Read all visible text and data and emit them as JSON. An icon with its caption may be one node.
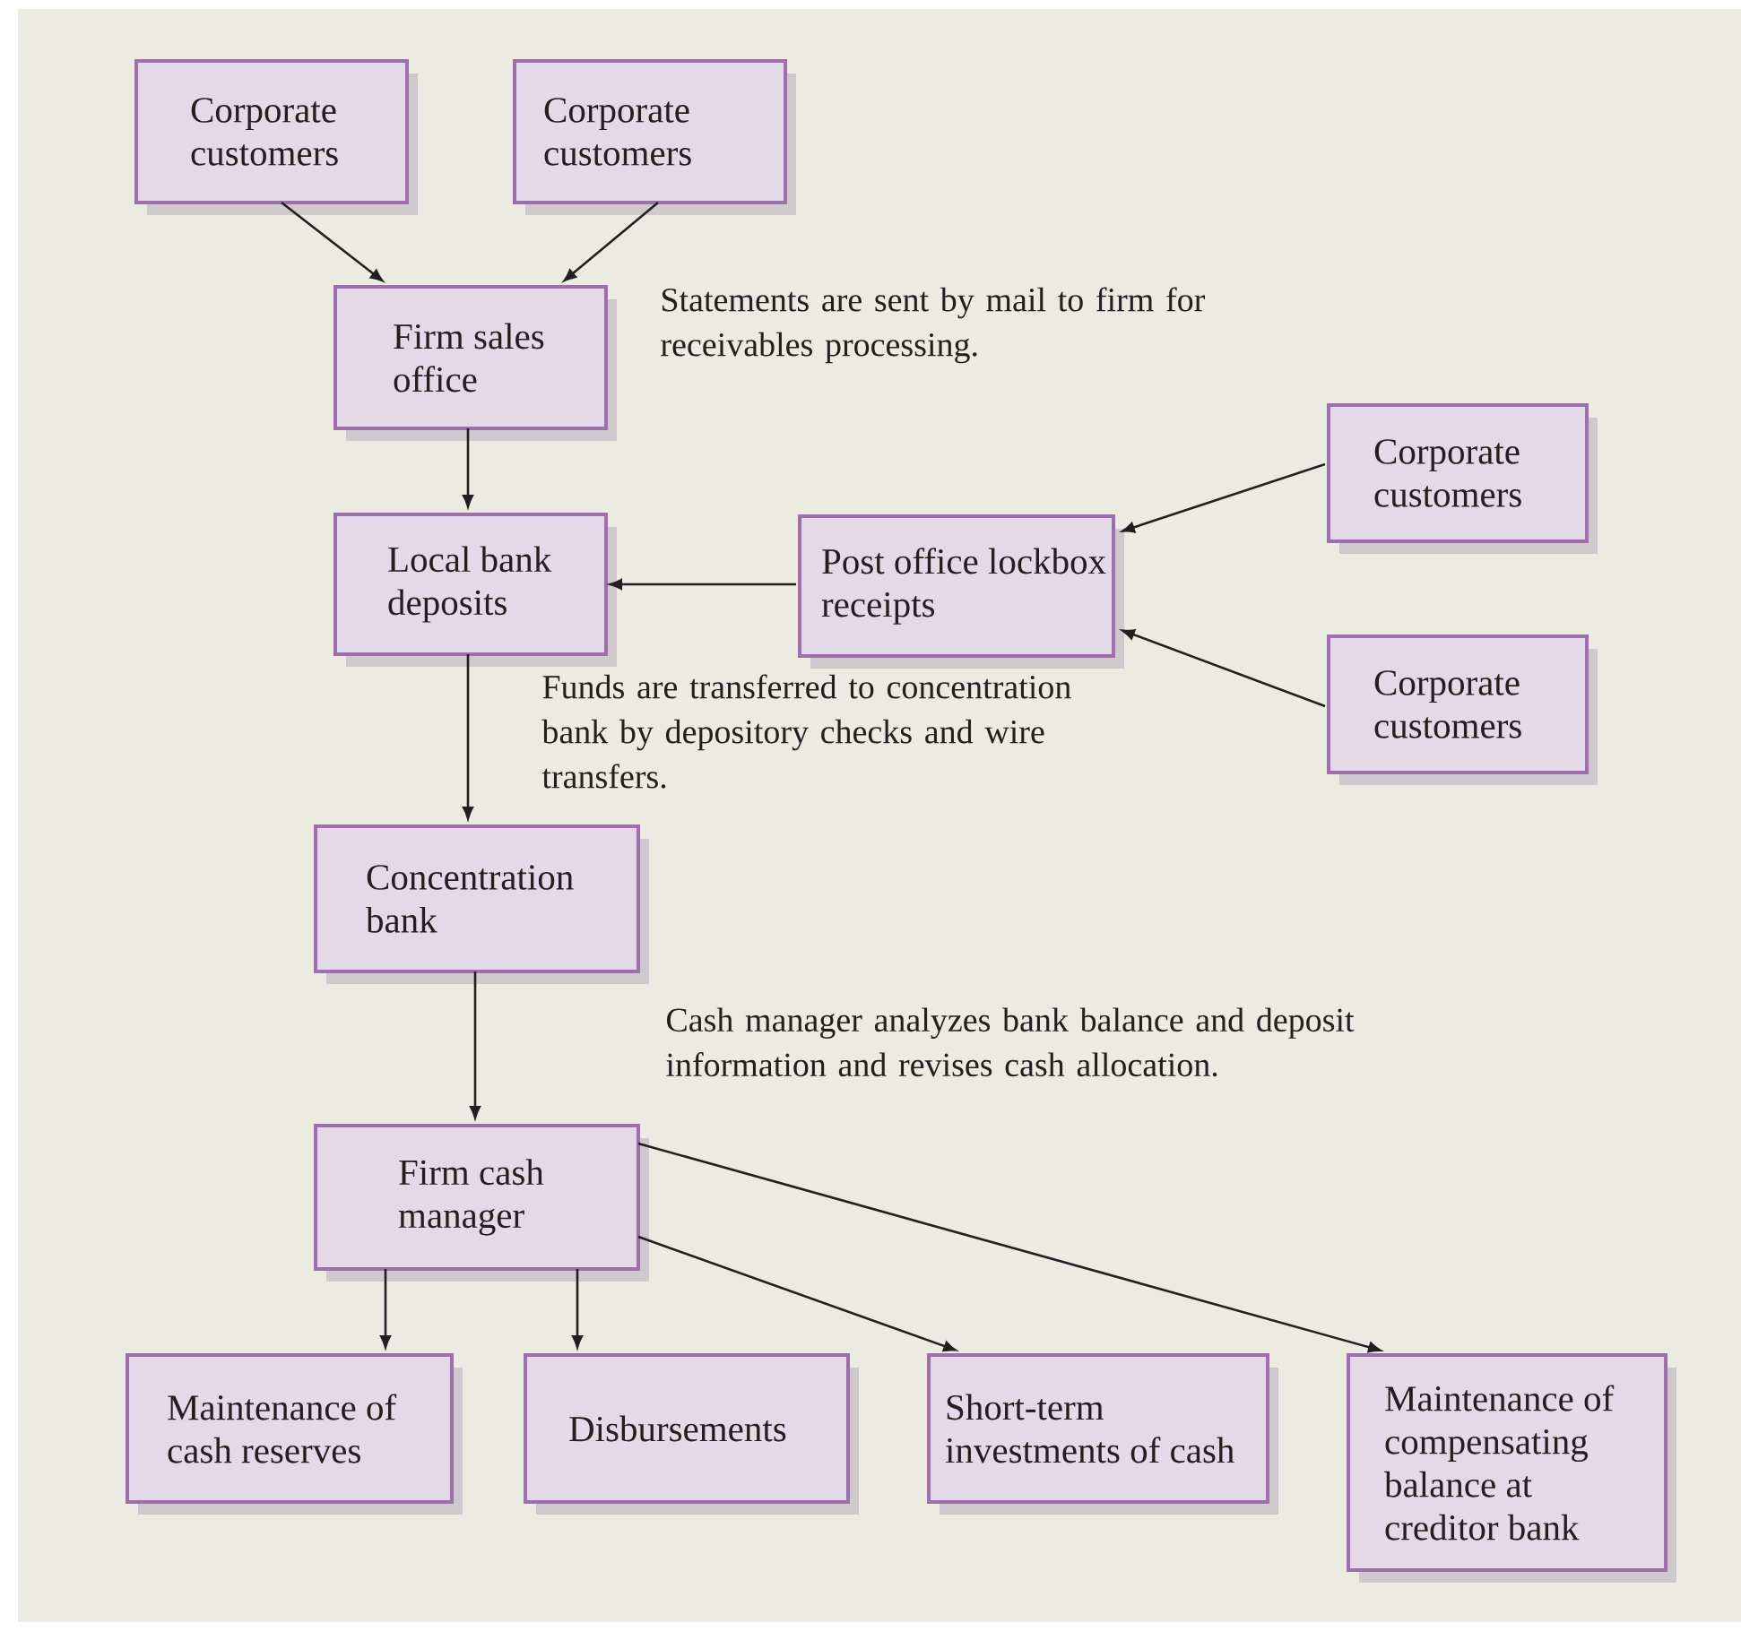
{
  "diagram": {
    "nodes": [
      {
        "text": [
          "Corporate customers"
        ]
      },
      {
        "text": [
          "Corporate customers"
        ]
      },
      {
        "text": [
          "Firm sales office"
        ]
      },
      {
        "text": [
          "Local bank deposits"
        ]
      },
      {
        "text": [
          "Post office lockbox receipts"
        ]
      },
      {
        "text": [
          "Corporate customers"
        ]
      },
      {
        "text": [
          "Corporate customers"
        ]
      },
      {
        "text": [
          "Concentration bank"
        ]
      },
      {
        "text": [
          "Firm cash manager"
        ]
      },
      {
        "text": [
          "Maintenance of cash reserves"
        ]
      },
      {
        "text": [
          "Disbursements"
        ]
      },
      {
        "text": [
          "Short-term investments of cash"
        ]
      },
      {
        "text": [
          "Maintenance of compensating balance at creditor bank"
        ]
      }
    ],
    "edges": [
      {
        "from": 0,
        "to": 2,
        "arrow": "to"
      },
      {
        "from": 1,
        "to": 2,
        "arrow": "to"
      },
      {
        "from": 2,
        "to": 3,
        "arrow": "to"
      },
      {
        "from": 4,
        "to": 3,
        "arrow": "to"
      },
      {
        "from": 5,
        "to": 4,
        "arrow": "to"
      },
      {
        "from": 6,
        "to": 4,
        "arrow": "to"
      },
      {
        "from": 3,
        "to": 7,
        "arrow": "to"
      },
      {
        "from": 7,
        "to": 8,
        "arrow": "to"
      },
      {
        "from": 8,
        "to": 9,
        "arrow": "to"
      },
      {
        "from": 8,
        "to": 10,
        "arrow": "to"
      },
      {
        "from": 8,
        "to": 11,
        "arrow": "to"
      },
      {
        "from": 8,
        "to": 12,
        "arrow": "to"
      }
    ],
    "labels": [
      "Statements are sent by mail to firm for receivables processing.",
      "Funds are transferred to concentration bank by depository checks and wire transfers.",
      "Cash manager analyzes bank balance and deposit information and revises cash allocation."
    ]
  }
}
